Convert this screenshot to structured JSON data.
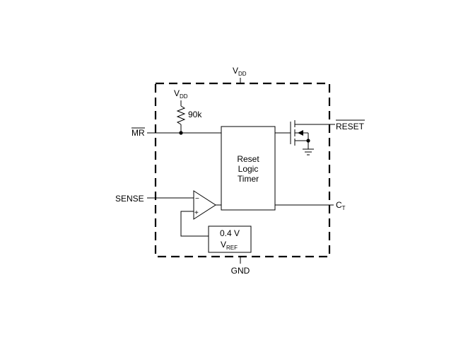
{
  "pins": {
    "vdd_main": "V",
    "vdd_main_sub": "DD",
    "mr": "MR",
    "sense": "SENSE",
    "reset": "RESET",
    "ct": "C",
    "ct_sub": "T",
    "gnd": "GND"
  },
  "internal": {
    "pullup_vdd": "V",
    "pullup_vdd_sub": "DD",
    "resistor_value": "90k",
    "comparator_minus": "−",
    "comparator_plus": "+",
    "vref_value": "0.4 V",
    "vref_label": "V",
    "vref_label_sub": "REF"
  },
  "logic_block": {
    "line1": "Reset",
    "line2": "Logic",
    "line3": "Timer"
  }
}
